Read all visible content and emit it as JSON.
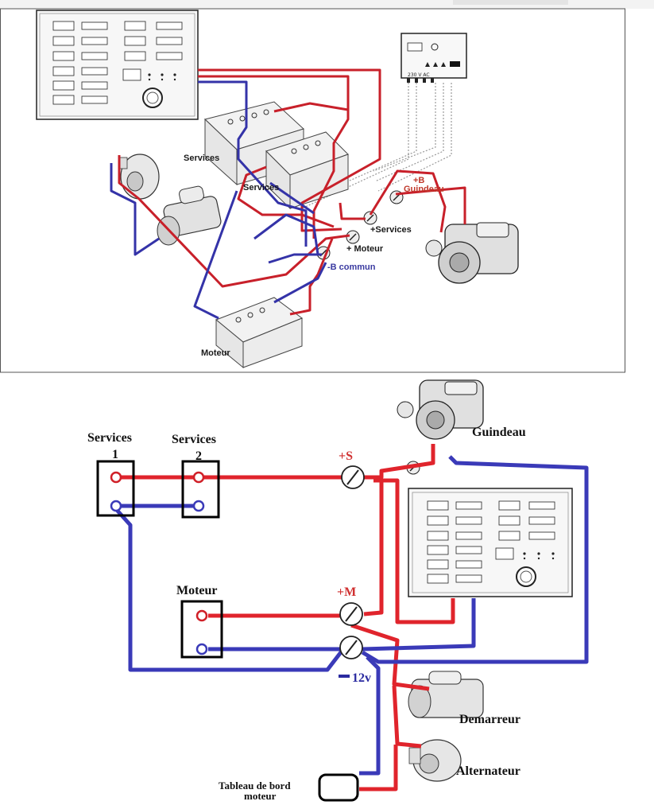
{
  "top": {
    "labels": {
      "services_1": "Services",
      "services_2": "Services",
      "moteur": "Moteur",
      "plus_b": "+B",
      "guindeau": "Guindeau",
      "plus_services": "+Services",
      "plus_moteur": "+ Moteur",
      "minus_b": "-B commun"
    },
    "charger": {
      "text": "230 V AC"
    }
  },
  "bottom": {
    "labels": {
      "services_1": "Services",
      "services_1_num": "1",
      "services_2": "Services",
      "services_2_num": "2",
      "moteur": "Moteur",
      "plus_s": "+S",
      "plus_m": "+M",
      "minus_12v": "12v",
      "guindeau": "Guindeau",
      "demarreur": "Demarreur",
      "alternateur": "Alternateur",
      "tableau_line1": "Tableau de bord",
      "tableau_line2": "moteur"
    }
  },
  "colors": {
    "positive": "#e0242c",
    "negative": "#3a3ab8",
    "frame": "#000000"
  }
}
